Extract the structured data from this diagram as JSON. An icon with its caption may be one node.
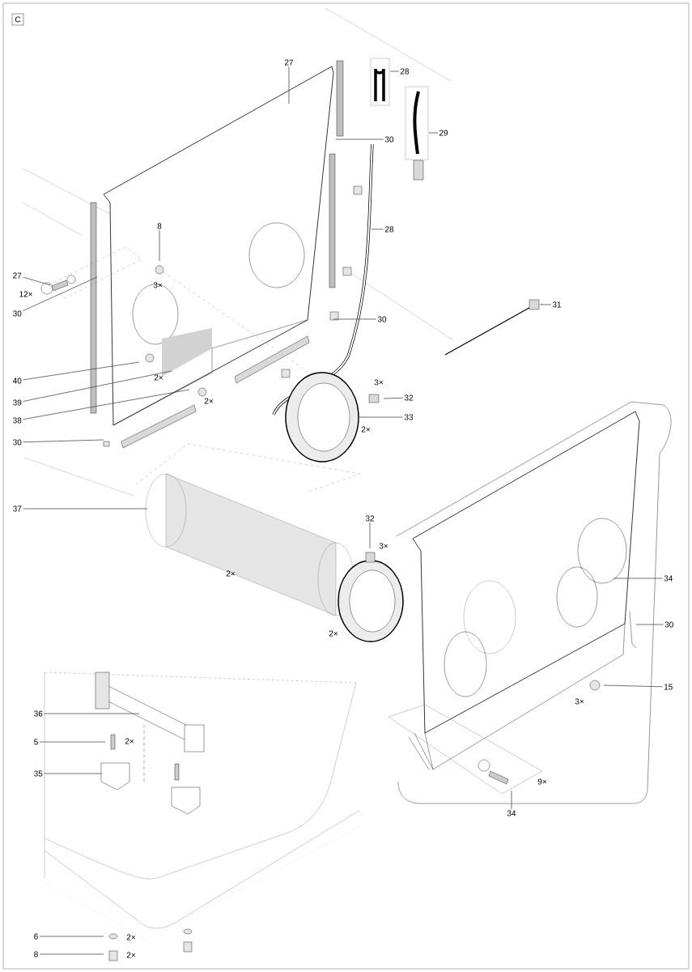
{
  "diagram": {
    "nodes": [
      {
        "text": [
          "27"
        ]
      },
      {
        "text": [
          "28"
        ]
      },
      {
        "text": [
          "30"
        ]
      },
      {
        "text": [
          "29"
        ]
      },
      {
        "text": [
          "8"
        ]
      },
      {
        "text": [
          "28"
        ]
      },
      {
        "text": [
          "27"
        ]
      },
      {
        "text": [
          "30"
        ]
      },
      {
        "text": [
          "30"
        ]
      },
      {
        "text": [
          "31"
        ]
      },
      {
        "text": [
          "40"
        ]
      },
      {
        "text": [
          "32"
        ]
      },
      {
        "text": [
          "39"
        ]
      },
      {
        "text": [
          "33"
        ]
      },
      {
        "text": [
          "38"
        ]
      },
      {
        "text": [
          "30"
        ]
      },
      {
        "text": [
          "37"
        ]
      },
      {
        "text": [
          "32"
        ]
      },
      {
        "text": [
          "34"
        ]
      },
      {
        "text": [
          "30"
        ]
      },
      {
        "text": [
          "36"
        ]
      },
      {
        "text": [
          "15"
        ]
      },
      {
        "text": [
          "5"
        ]
      },
      {
        "text": [
          "35"
        ]
      },
      {
        "text": [
          "34"
        ]
      },
      {
        "text": [
          "6"
        ]
      },
      {
        "text": [
          "8"
        ]
      }
    ],
    "edges": [
      {
        "from": 0,
        "to": null,
        "arrow": "none"
      },
      {
        "from": 1,
        "to": null,
        "arrow": "none"
      },
      {
        "from": 2,
        "to": null,
        "arrow": "none"
      },
      {
        "from": 3,
        "to": null,
        "arrow": "none"
      },
      {
        "from": 4,
        "to": null,
        "arrow": "none"
      },
      {
        "from": 5,
        "to": null,
        "arrow": "none"
      },
      {
        "from": 6,
        "to": null,
        "arrow": "none"
      },
      {
        "from": 7,
        "to": null,
        "arrow": "none"
      },
      {
        "from": 8,
        "to": null,
        "arrow": "none"
      },
      {
        "from": 9,
        "to": null,
        "arrow": "none"
      },
      {
        "from": 10,
        "to": null,
        "arrow": "none"
      },
      {
        "from": 11,
        "to": null,
        "arrow": "none"
      },
      {
        "from": 12,
        "to": null,
        "arrow": "none"
      },
      {
        "from": 13,
        "to": null,
        "arrow": "none"
      },
      {
        "from": 14,
        "to": null,
        "arrow": "none"
      },
      {
        "from": 15,
        "to": null,
        "arrow": "none"
      },
      {
        "from": 16,
        "to": null,
        "arrow": "none"
      },
      {
        "from": 17,
        "to": null,
        "arrow": "none"
      },
      {
        "from": 18,
        "to": null,
        "arrow": "none"
      },
      {
        "from": 19,
        "to": null,
        "arrow": "none"
      },
      {
        "from": 20,
        "to": null,
        "arrow": "none"
      },
      {
        "from": 21,
        "to": null,
        "arrow": "none"
      },
      {
        "from": 22,
        "to": null,
        "arrow": "none"
      },
      {
        "from": 23,
        "to": null,
        "arrow": "none"
      },
      {
        "from": 24,
        "to": null,
        "arrow": "none"
      },
      {
        "from": 25,
        "to": null,
        "arrow": "none"
      },
      {
        "from": 26,
        "to": null,
        "arrow": "none"
      }
    ],
    "labels": [
      "C",
      "3×",
      "12×",
      "2×",
      "3×",
      "2×",
      "2×",
      "2×",
      "3×",
      "2×",
      "3×",
      "9×",
      "2×",
      "2×",
      "2×"
    ]
  }
}
